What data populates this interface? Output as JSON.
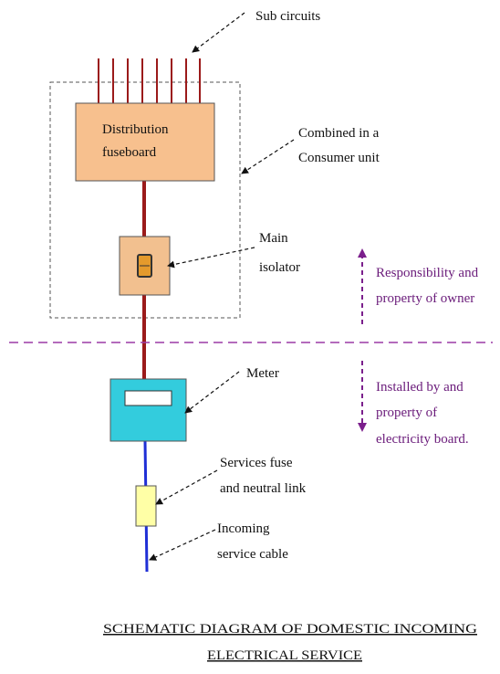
{
  "labels": {
    "sub_circuits": "Sub circuits",
    "distribution_line1": "Distribution",
    "distribution_line2": "fuseboard",
    "combined_line1": "Combined in a",
    "combined_line2": "Consumer unit",
    "main_line1": "Main",
    "main_line2": "isolator",
    "meter": "Meter",
    "fuse_line1": "Services fuse",
    "fuse_line2": "and neutral link",
    "cable_line1": "Incoming",
    "cable_line2": "service cable",
    "owner_line1": "Responsibility and",
    "owner_line2": "property of owner",
    "board_line1": "Installed by and",
    "board_line2": "property of",
    "board_line3": "electricity board."
  },
  "title": {
    "line1": "SCHEMATIC DIAGRAM OF DOMESTIC INCOMING",
    "line2": "ELECTRICAL SERVICE"
  },
  "colors": {
    "fuseboard_fill": "#f7c08e",
    "isolator_fill": "#f2c08f",
    "meter_fill": "#33ccdd",
    "fuse_fill": "#ffffa6",
    "red_cable": "#9b1a1a",
    "blue_cable": "#1f2fd6",
    "purple": "#7b1f8c"
  }
}
